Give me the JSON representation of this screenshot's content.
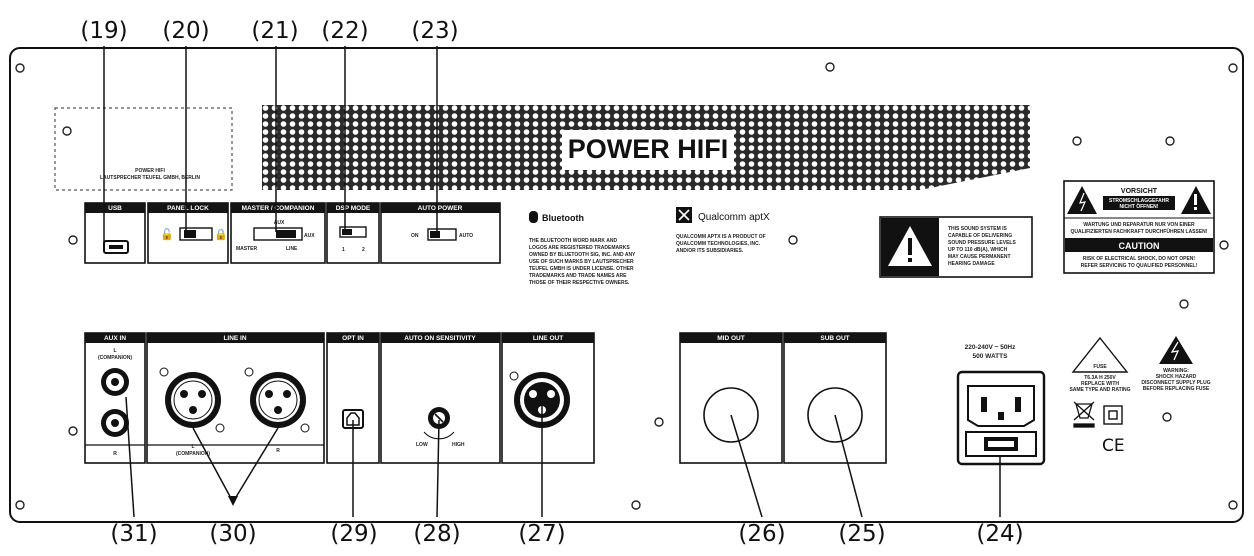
{
  "callouts": {
    "c19": "(19)",
    "c20": "(20)",
    "c21": "(21)",
    "c22": "(22)",
    "c23": "(23)",
    "c24": "(24)",
    "c25": "(25)",
    "c26": "(26)",
    "c27": "(27)",
    "c28": "(28)",
    "c29": "(29)",
    "c30": "(30)",
    "c31": "(31)"
  },
  "panel": {
    "brand": "POWER HIFI",
    "sticker_line1": "POWER HIFI",
    "sticker_line2": "LAUTSPRECHER TEUFEL GMBH, BERLIN",
    "top_labels": {
      "usb": "USB",
      "panel_lock": "PANEL LOCK",
      "master_companion": "MASTER / COMPANION",
      "dsp_mode": "DSP MODE",
      "auto_power": "AUTO POWER"
    },
    "switch_texts": {
      "aux": "AUX",
      "master": "MASTER",
      "line": "LINE",
      "mode1": "1",
      "mode2": "2",
      "on": "ON",
      "auto": "AUTO"
    },
    "bottom_labels": {
      "aux_in": "AUX IN",
      "line_in": "LINE IN",
      "opt_in": "OPT IN",
      "auto_on_sensitivity": "AUTO ON SENSITIVITY",
      "line_out": "LINE OUT",
      "mid_out": "MID OUT",
      "sub_out": "SUB OUT"
    },
    "aux_texts": {
      "l": "L",
      "mono": "(COMPANION)",
      "r": "R"
    },
    "xlr_texts": {
      "l": "L",
      "l_sub": "(COMPANION)",
      "r": "R"
    },
    "knob_texts": {
      "low": "LOW",
      "high": "HIGH"
    },
    "bluetooth": {
      "name": "Bluetooth",
      "text1": "THE BLUETOOTH WORD MARK AND",
      "text2": "LOGOS ARE REGISTERED TRADEMARKS",
      "text3": "OWNED BY BLUETOOTH SIG, INC. AND ANY",
      "text4": "USE OF SUCH MARKS BY LAUTSPRECHER",
      "text5": "TEUFEL GMBH IS UNDER LICENSE. OTHER",
      "text6": "TRADEMARKS AND TRADE NAMES ARE",
      "text7": "THOSE OF THEIR RESPECTIVE OWNERS."
    },
    "aptx": {
      "name": "Qualcomm aptX",
      "text1": "QUALCOMM APTX IS A PRODUCT OF",
      "text2": "QUALCOMM TECHNOLOGIES, INC.",
      "text3": "AND/OR ITS SUBSIDIARIES."
    },
    "warning": {
      "line1": "THIS SOUND SYSTEM IS",
      "line2": "CAPABLE OF DELIVERING",
      "line3": "SOUND PRESSURE LEVELS",
      "line4": "UP TO 110 dB(A), WHICH",
      "line5": "MAY CAUSE PERMANENT",
      "line6": "HEARING DAMAGE"
    },
    "vorsicht": {
      "title": "VORSICHT",
      "sub1": "STROMSCHLAGGEFAHR",
      "sub2": "NICHT ÖFFNEN!",
      "text1": "WARTUNG UND REPARATUR NUR VON EINER",
      "text2": "QUALIFIZIERTEN FACHKRAFT DURCHFÜHREN LASSEN!",
      "caution": "CAUTION",
      "ctext1": "RISK OF ELECTRICAL SHOCK, DO NOT OPEN!",
      "ctext2": "REFER SERVICING TO QUALIFIED PERSONNEL!"
    },
    "power": {
      "line1": "220-240V ~ 50Hz",
      "line2": "500 WATTS"
    },
    "fuse": {
      "t1": "FUSE",
      "t2": "T6.3A H 250V",
      "t3": "REPLACE WITH",
      "t4": "SAME TYPE AND RATING"
    },
    "shock": {
      "t1": "WARNING:",
      "t2": "SHOCK HAZARD",
      "t3": "DISCONNECT SUPPLY PLUG",
      "t4": "BEFORE REPLACING FUSE"
    },
    "ce": "CE"
  },
  "colors": {
    "ink": "#111111",
    "label_bar": "#141414",
    "grille_hole": "#ffffff",
    "panel_bg": "#ffffff"
  }
}
